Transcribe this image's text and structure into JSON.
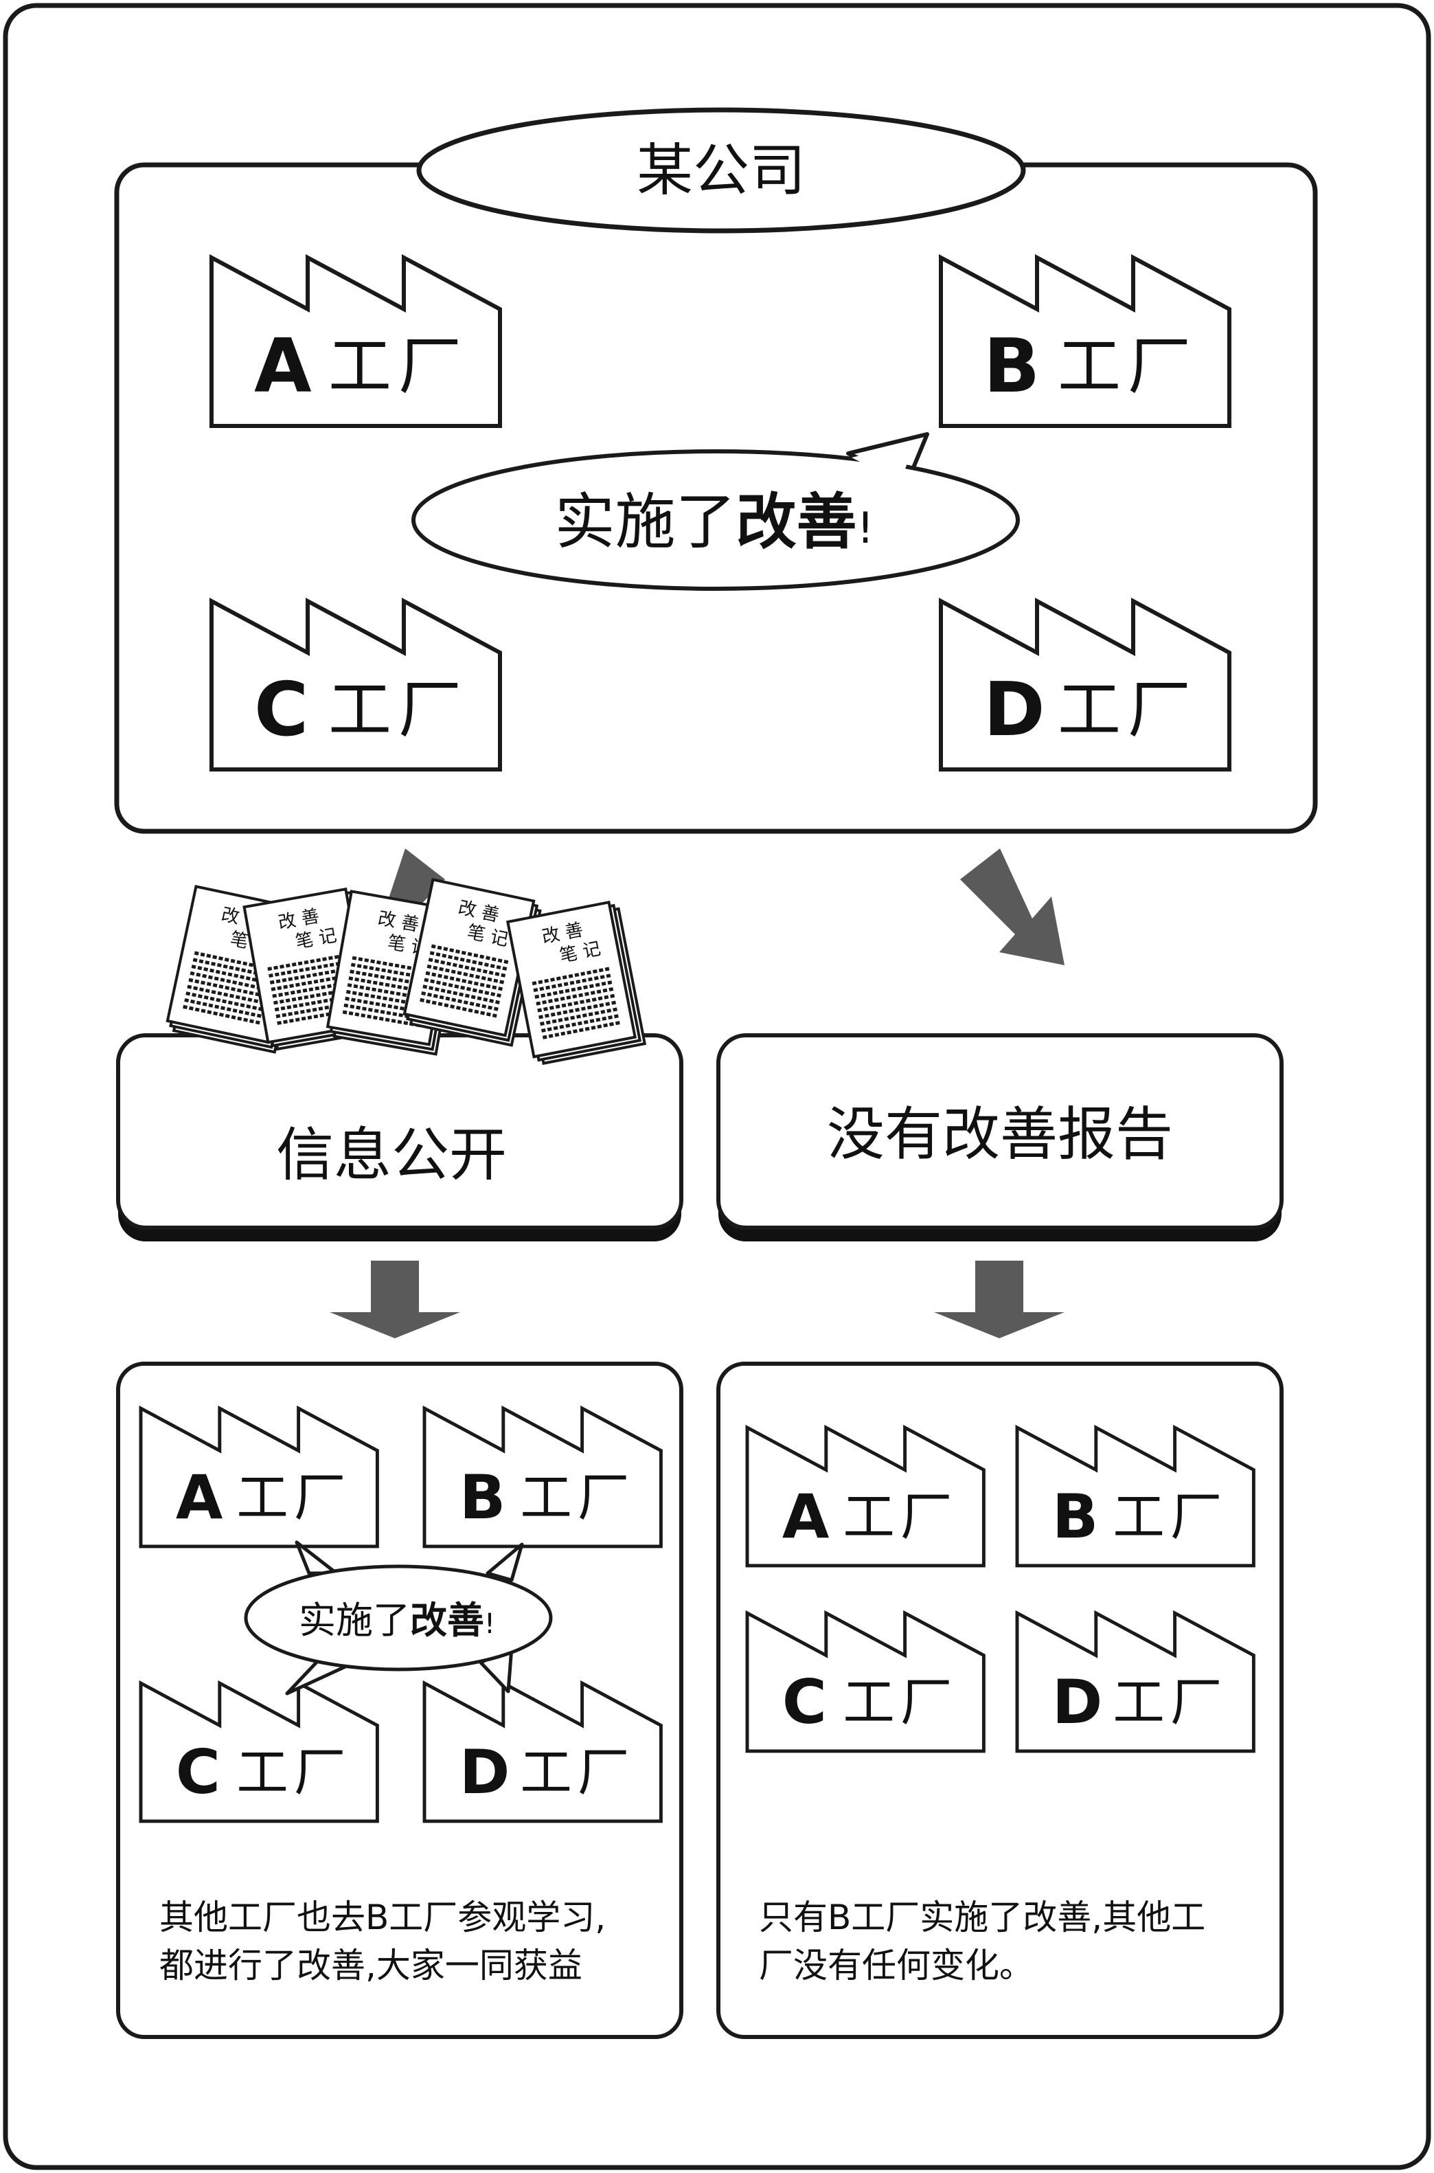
{
  "company_title": "某公司",
  "top_speech": {
    "prefix": "实施了",
    "bold": "改善",
    "suffix": "!"
  },
  "top_factories": [
    {
      "letter": "A",
      "suffix": "工厂"
    },
    {
      "letter": "B",
      "suffix": "工厂"
    },
    {
      "letter": "C",
      "suffix": "工厂"
    },
    {
      "letter": "D",
      "suffix": "工厂"
    }
  ],
  "notes": [
    {
      "line1": "改 善",
      "line2": "笔 记"
    },
    {
      "line1": "改 善",
      "line2": "笔 记"
    },
    {
      "line1": "改 善",
      "line2": "笔 记"
    },
    {
      "line1": "改 善",
      "line2": "笔 记"
    },
    {
      "line1": "改 善",
      "line2": "笔 记"
    }
  ],
  "left_branch": {
    "label": "信息公开",
    "factories": [
      {
        "letter": "A",
        "suffix": "工厂"
      },
      {
        "letter": "B",
        "suffix": "工厂"
      },
      {
        "letter": "C",
        "suffix": "工厂"
      },
      {
        "letter": "D",
        "suffix": "工厂"
      }
    ],
    "speech": {
      "prefix": "实施了",
      "bold": "改善",
      "suffix": "!"
    },
    "caption": [
      "其他工厂也去B工厂参观学习,",
      "都进行了改善,大家一同获益"
    ]
  },
  "right_branch": {
    "label": "没有改善报告",
    "factories": [
      {
        "letter": "A",
        "suffix": "工厂"
      },
      {
        "letter": "B",
        "suffix": "工厂"
      },
      {
        "letter": "C",
        "suffix": "工厂"
      },
      {
        "letter": "D",
        "suffix": "工厂"
      }
    ],
    "caption": [
      "只有B工厂实施了改善,其他工",
      "厂没有任何变化。"
    ]
  },
  "colors": {
    "stroke": "#1a1a1a",
    "arrow": "#5a5a5a",
    "background": "#ffffff"
  }
}
